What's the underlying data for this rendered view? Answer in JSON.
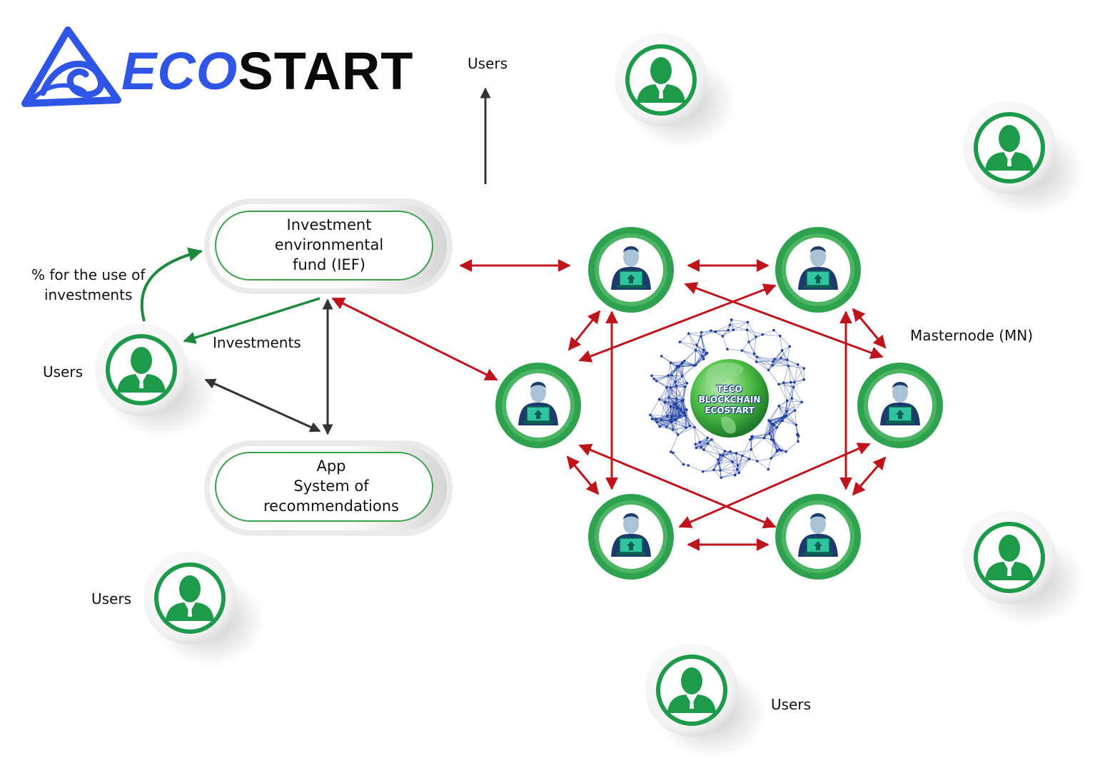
{
  "logo": {
    "part1": "ECO",
    "part2": "START",
    "brand_color": "#2e55e6"
  },
  "labels": {
    "users_top": "Users",
    "users_left": "Users",
    "users_bottom_left": "Users",
    "users_bottom": "Users",
    "percent_line1": "% for the use of",
    "percent_line2": "investments",
    "investments": "Investments",
    "masternode": "Masternode (MN)"
  },
  "ief_box": {
    "line1": "Investment",
    "line2": "environmental",
    "line3": "fund (IEF)"
  },
  "app_box": {
    "line1": "App",
    "line2": "System of",
    "line3": "recommendations"
  },
  "blockchain": {
    "line1": "TECO",
    "line2": "BLOCKCHAIN",
    "line3": "ECOSTART"
  },
  "colors": {
    "green": "#1e9a48",
    "red": "#c0141c",
    "dark": "#333333",
    "node_ring": "#2ea24f",
    "network": "#1f3fa0"
  },
  "icons": {
    "user": "user-icon",
    "masternode": "masternode-operator-icon",
    "globe": "globe-icon",
    "logo": "ecostart-logo-icon"
  }
}
